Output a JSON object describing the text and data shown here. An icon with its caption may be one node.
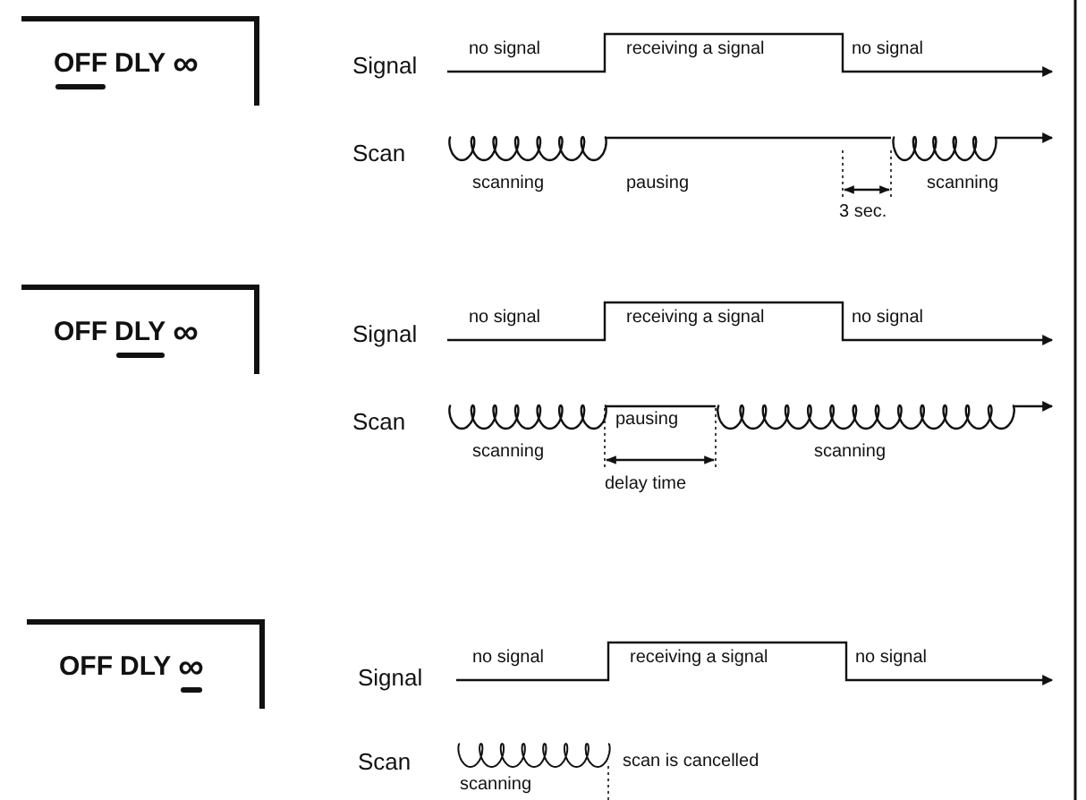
{
  "diagram": {
    "nodes": [
      {
        "text": [
          "OFF",
          "DLY",
          "∞"
        ]
      },
      {
        "text": [
          "OFF",
          "DLY",
          "∞"
        ]
      },
      {
        "text": [
          "OFF",
          "DLY",
          "∞"
        ]
      }
    ],
    "labels": [
      "Signal",
      "no signal",
      "receiving a signal",
      "no signal",
      "Scan",
      "scanning",
      "pausing",
      "3 sec.",
      "scanning",
      "Signal",
      "no signal",
      "receiving a signal",
      "no signal",
      "Scan",
      "scanning",
      "pausing",
      "delay time",
      "scanning",
      "Signal",
      "no signal",
      "receiving a signal",
      "no signal",
      "Scan",
      "scanning",
      "scan is cancelled"
    ]
  }
}
